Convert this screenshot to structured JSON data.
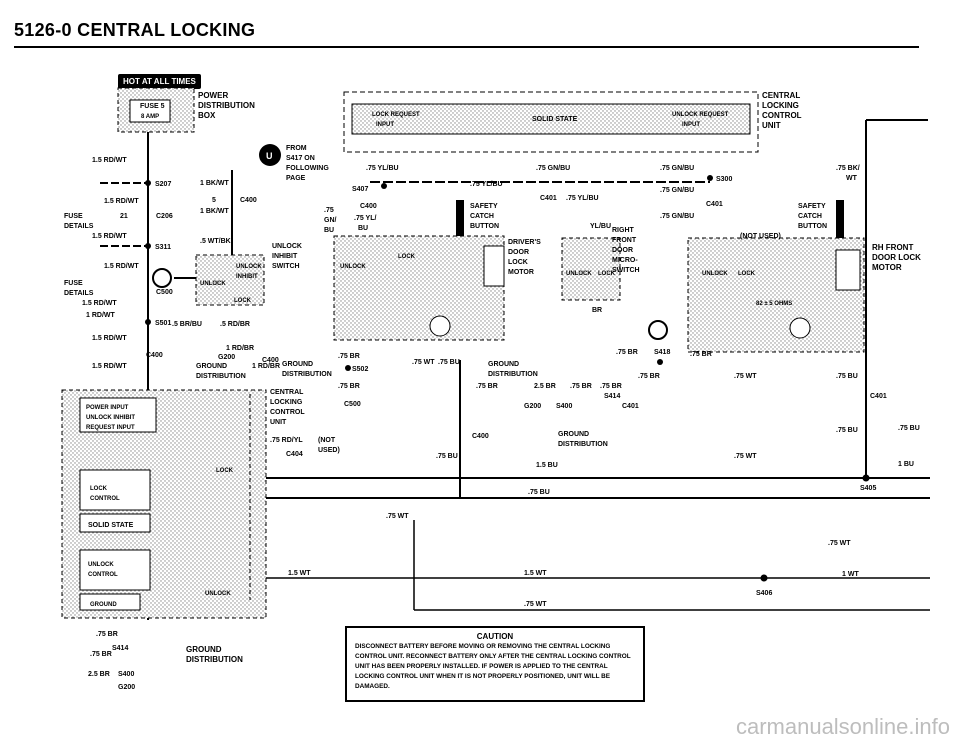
{
  "header": {
    "title": "5126-0  CENTRAL LOCKING"
  },
  "badge": "HOT AT ALL TIMES",
  "labels": {
    "power_dist": [
      "POWER",
      "DISTRIBUTION",
      "BOX"
    ],
    "fuse5": [
      "FUSE 5",
      "8 AMP"
    ],
    "from_s417": [
      "FROM",
      "S417 ON",
      "FOLLOWING",
      "PAGE"
    ],
    "ccu_top": [
      "CENTRAL",
      "LOCKING",
      "CONTROL",
      "UNIT"
    ],
    "lock_request": [
      "LOCK REQUEST",
      "INPUT"
    ],
    "solid_state_top": "SOLID STATE",
    "unlock_request": [
      "UNLOCK REQUEST",
      "INPUT"
    ],
    "unlock_inhibit_switch": [
      "UNLOCK",
      "INHIBIT",
      "SWITCH"
    ],
    "unlock_inhibit_comp": [
      "UNLOCK",
      "INHIBIT"
    ],
    "unlock": "UNLOCK",
    "lock": "LOCK",
    "safety_catch_l": [
      "SAFETY",
      "CATCH",
      "BUTTON"
    ],
    "safety_catch_r": [
      "SAFETY",
      "CATCH",
      "BUTTON"
    ],
    "drivers_door": [
      "DRIVER'S",
      "DOOR",
      "LOCK",
      "MOTOR"
    ],
    "right_front": [
      "RIGHT",
      "FRONT",
      "DOOR",
      "MICRO-",
      "SWITCH"
    ],
    "rh_front": [
      "RH FRONT",
      "DOOR LOCK",
      "MOTOR"
    ],
    "not_used": "(NOT USED)",
    "ohms": "82 ± 5 OHMS",
    "ground_dist_1": [
      "GROUND",
      "DISTRIBUTION"
    ],
    "ground_dist_2": [
      "GROUND",
      "DISTRIBUTION"
    ],
    "ground_dist_3": [
      "GROUND",
      "DISTRIBUTION"
    ],
    "ground_dist_4": [
      "GROUND",
      "DISTRIBUTION"
    ],
    "fuse_details_1": [
      "FUSE",
      "DETAILS"
    ],
    "fuse_details_2": [
      "FUSE",
      "DETAILS"
    ],
    "ccu_mid": [
      "CENTRAL",
      "LOCKING",
      "CONTROL",
      "UNIT"
    ],
    "ccu_inner": [
      "POWER INPUT",
      "UNLOCK INHIBIT",
      "REQUEST INPUT"
    ],
    "lock_control": [
      "LOCK",
      "CONTROL"
    ],
    "solid_state_mid": "SOLID STATE",
    "unlock_control": [
      "UNLOCK",
      "CONTROL"
    ],
    "ground_lbl": "GROUND",
    "unlock_lbl": "UNLOCK",
    "lock_lbl": "LOCK",
    "not_used_c404": [
      "(NOT",
      "USED)"
    ]
  },
  "connectors": [
    "S207",
    "C206",
    "S311",
    "C500",
    "S501",
    "C400",
    "C400",
    "G200",
    "C400",
    "S502",
    "C500",
    "C401",
    "C401",
    "S300",
    "C401",
    "S407",
    "G200",
    "S400",
    "S414",
    "C401",
    "S418",
    "C404",
    "C400",
    "S405",
    "S406",
    "S414",
    "S400",
    "G200"
  ],
  "wires": [
    "1.5 RD/WT",
    "1.5 RD/WT",
    "1 BK/WT",
    "5",
    "1 BK/WT",
    ".5 WT/BK",
    ".75 YL/BU",
    ".75 GN/BU",
    ".75 GN/BU",
    ".75 BK/WT",
    ".75 YL/BU",
    ".75 YL/BU",
    ".75 GN/BU",
    ".75 GN/BU",
    "YL/BU",
    ".75 GN/",
    ".75 YL/BU",
    ".5 BR/BU",
    ".5 RD/BR",
    "1 RD/BR",
    "1 RD/BR",
    ".75 BR",
    ".75 WT",
    ".75 BU",
    ".75 BR",
    ".75 BR",
    "2.5 BR",
    ".75 BR",
    ".75 BR",
    ".75 BR",
    ".75 BR",
    ".75 WT",
    ".75 RD/YL",
    "1.5 BU",
    ".75 BU",
    ".75 WT",
    "1.5 WT",
    "1.5 WT",
    ".75 WT",
    ".75 WT",
    "1 WT",
    ".75 BU",
    ".75 BU",
    "1 BU",
    ".75 BR",
    ".75 BR",
    "2.5 BR",
    "1.5 RD/WT",
    "1.5 RD/WT",
    "1 RD/WT",
    "1.5 RD/WT",
    "BR",
    ".75 WT"
  ],
  "caution": {
    "title": "CAUTION",
    "text": "DISCONNECT BATTERY BEFORE MOVING OR REMOVING THE CENTRAL LOCKING CONTROL UNIT. RECONNECT BATTERY ONLY AFTER THE CENTRAL LOCKING CONTROL UNIT HAS BEEN PROPERLY INSTALLED. IF POWER IS APPLIED TO THE CENTRAL LOCKING CONTROL UNIT WHEN IT IS NOT PROPERLY POSITIONED, UNIT WILL BE DAMAGED."
  },
  "watermark": "carmanualsonline.info"
}
